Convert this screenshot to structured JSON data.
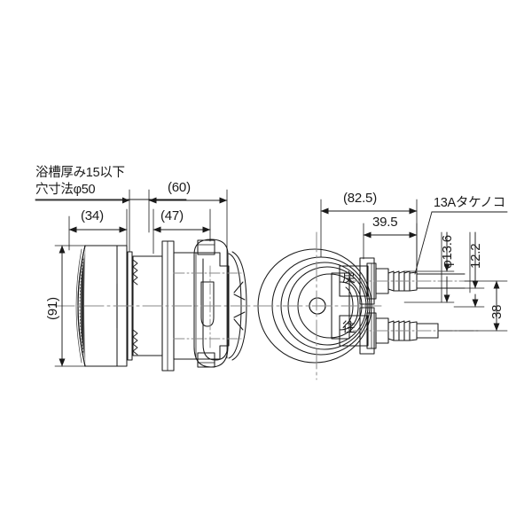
{
  "drawing": {
    "title": "Bathtub circulation adapter — side view and rear view",
    "background_color": "#ffffff",
    "line_color": "#1a1a1a",
    "centerline_color": "#8a8a8a"
  },
  "notes": {
    "tub_thickness": "浴槽厚み15以下",
    "hole_size": "穴寸法φ50",
    "barb_spec": "13Aタケノコ"
  },
  "dimensions": {
    "overall_height": "(91)",
    "cap_depth": "(34)",
    "body_depth": "(47)",
    "front_total": "(60)",
    "rear_total": "(82.5)",
    "barb_offset": "39.5",
    "barb_outer_dia": "φ13.6",
    "barb_inner_dia": "12.2",
    "port_spacing": "38"
  },
  "port_labels": {
    "return": "戻",
    "supply": "往"
  }
}
